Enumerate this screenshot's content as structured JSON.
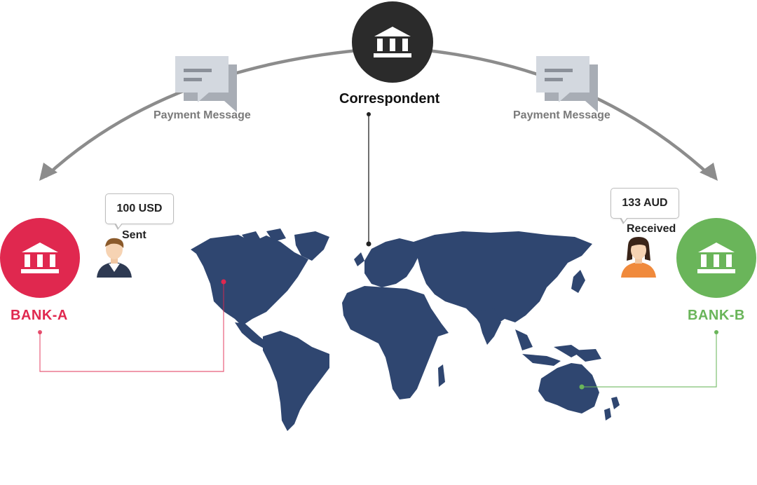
{
  "correspondent": {
    "label": "Correspondent",
    "icon": "bank-icon",
    "color": "#2b2b2b"
  },
  "messages": {
    "left_label": "Payment Message",
    "right_label": "Payment Message",
    "icon": "chat-message-icon"
  },
  "bank_a": {
    "label": "BANK-A",
    "color": "#e0284f",
    "icon": "bank-icon"
  },
  "bank_b": {
    "label": "BANK-B",
    "color": "#6ab55a",
    "icon": "bank-icon"
  },
  "sender": {
    "amount": "100 USD",
    "status": "Sent",
    "avatar": "man-avatar-icon"
  },
  "receiver": {
    "amount": "133 AUD",
    "status": "Received",
    "avatar": "woman-avatar-icon"
  },
  "map": {
    "color": "#2f4670",
    "icon": "world-map"
  },
  "arrow_color": "#8c8c8c"
}
